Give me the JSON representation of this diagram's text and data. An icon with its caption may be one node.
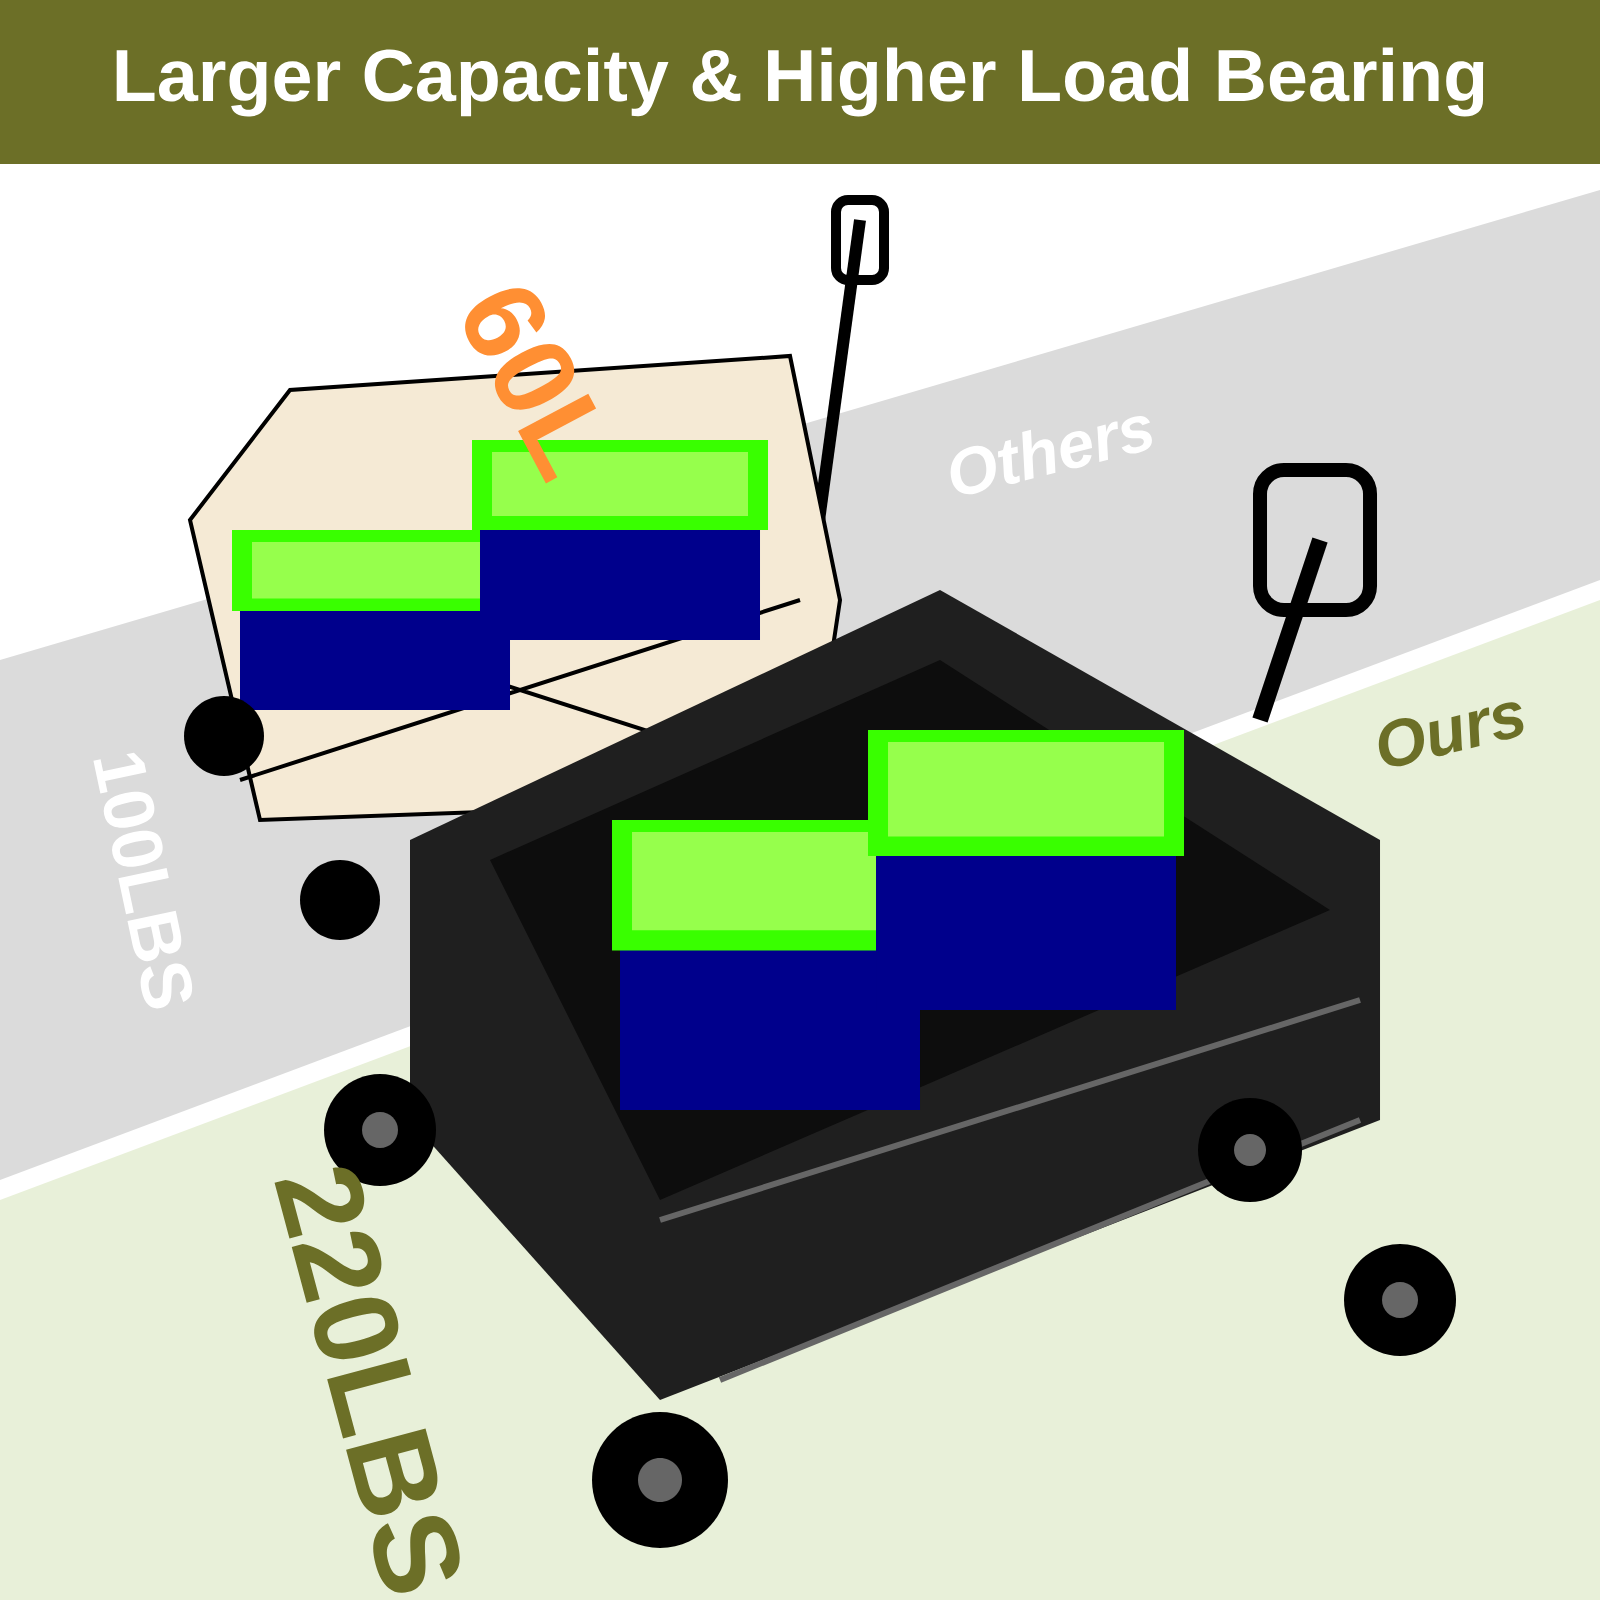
{
  "diagram": {
    "title": "Larger Capacity & Higher Load Bearing",
    "labels": [
      "60L",
      "Others",
      "Ours",
      "100LBS",
      "220LBS"
    ]
  }
}
